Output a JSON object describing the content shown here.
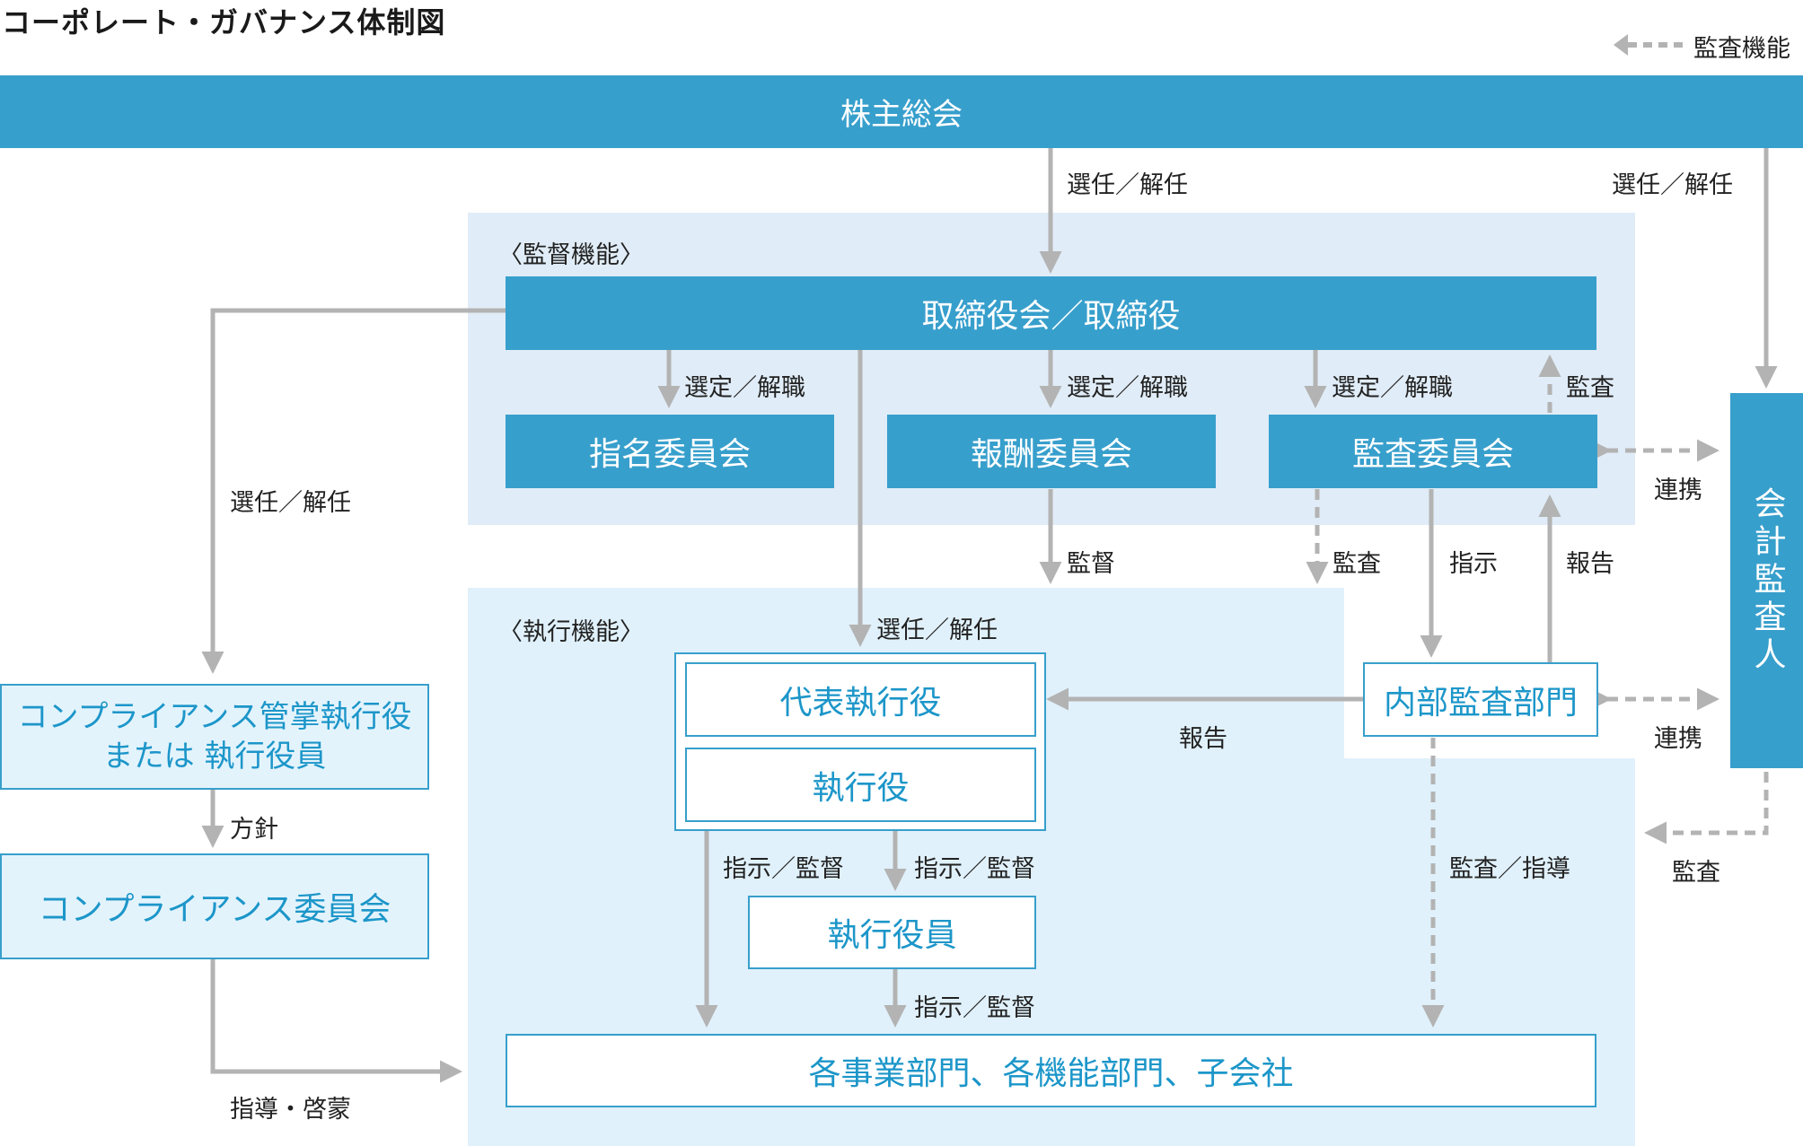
{
  "title": "コーポレート・ガバナンス体制図",
  "legend": {
    "label": "監査機能"
  },
  "nodes": {
    "shareholders": "株主総会",
    "board": "取締役会／取締役",
    "nominating": "指名委員会",
    "compensation": "報酬委員会",
    "audit_committee": "監査委員会",
    "accounting_auditor": "会計監査人",
    "compliance_officer_line1": "コンプライアンス管掌執行役",
    "compliance_officer_line2": "または 執行役員",
    "compliance_committee": "コンプライアンス委員会",
    "ceo": "代表執行役",
    "executive_officers": "執行役",
    "operating_officers": "執行役員",
    "internal_audit": "内部監査部門",
    "divisions": "各事業部門、各機能部門、子会社"
  },
  "regions": {
    "supervision": "〈監督機能〉",
    "execution": "〈執行機能〉"
  },
  "labels": {
    "elect_dismiss_1": "選任／解任",
    "elect_dismiss_2": "選任／解任",
    "elect_dismiss_3": "選任／解任",
    "elect_dismiss_4": "選任／解任",
    "select_dismiss_1": "選定／解職",
    "select_dismiss_2": "選定／解職",
    "select_dismiss_3": "選定／解職",
    "audit_up": "監査",
    "audit_down": "監査",
    "audit_external": "監査",
    "supervise": "監督",
    "instruct": "指示",
    "report_up": "報告",
    "report_left": "報告",
    "cooperate_1": "連携",
    "cooperate_2": "連携",
    "policy": "方針",
    "guidance": "指導・啓蒙",
    "instruct_supervise_1": "指示／監督",
    "instruct_supervise_2": "指示／監督",
    "instruct_supervise_3": "指示／監督",
    "audit_guidance": "監査／指導"
  },
  "colors": {
    "primary": "#379fcc",
    "text_blue": "#1c96c9",
    "arrow_gray": "#b3b3b3",
    "region_supervision": "#e0ecf7",
    "region_execution": "#e0f1fb"
  }
}
